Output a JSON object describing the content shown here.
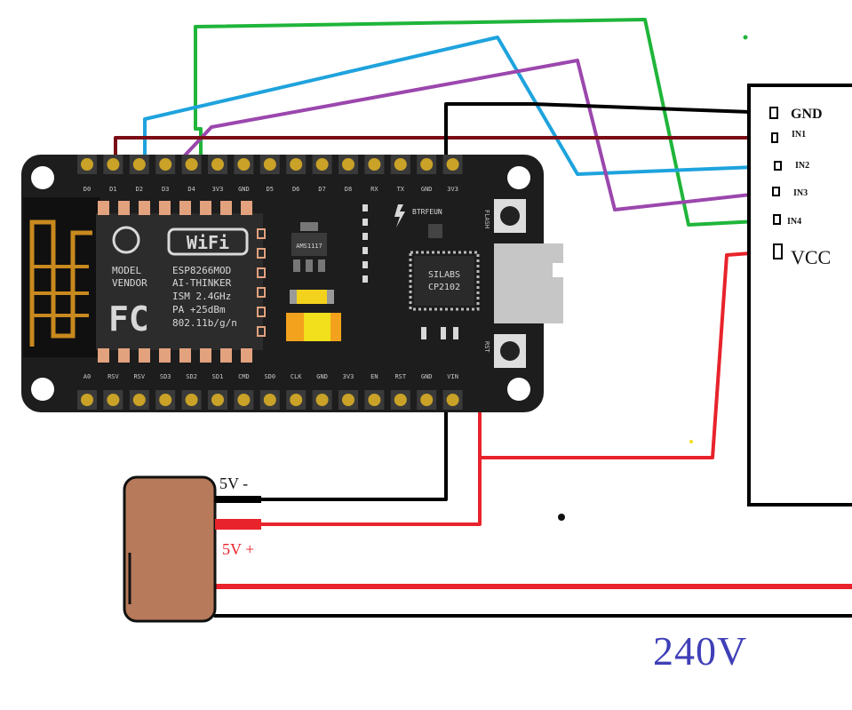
{
  "board": {
    "top_pin_labels": [
      "D0",
      "D1",
      "D2",
      "D3",
      "D4",
      "3V3",
      "GND",
      "D5",
      "D6",
      "D7",
      "D8",
      "RX",
      "TX",
      "GND",
      "3V3"
    ],
    "bottom_pin_labels": [
      "A0",
      "RSV",
      "RSV",
      "SD3",
      "SD2",
      "SD1",
      "CMD",
      "SD0",
      "CLK",
      "GND",
      "3V3",
      "EN",
      "RST",
      "GND",
      "VIN"
    ],
    "module_text": [
      "MODEL",
      "VENDOR",
      "ESP8266MOD",
      "AI-THINKER",
      "ISM 2.4GHz",
      "PA +25dBm",
      "802.11b/g/n"
    ],
    "wifi_text": "WiFi",
    "fc_text": "FC",
    "regulator_text": "AMS1117",
    "antenna_text": "BTRFEUN",
    "usb_chip_text": [
      "SILABS",
      "CP2102"
    ],
    "flash_label": "FLASH",
    "rst_label": "RST"
  },
  "relay": {
    "labels": [
      "GND",
      "IN1",
      "IN2",
      "IN3",
      "IN4",
      "VCC"
    ]
  },
  "supply": {
    "neg_label": "5V -",
    "pos_label": "5V +",
    "mains_label": "240V"
  },
  "colors": {
    "green": "#1fb53a",
    "blue": "#1ea3dd",
    "purple": "#9b47ad",
    "darkred": "#7a0d16",
    "red": "#e8232b",
    "black": "#000000",
    "brown": "#b77a5a",
    "mains_text": "#3f3fb8"
  }
}
